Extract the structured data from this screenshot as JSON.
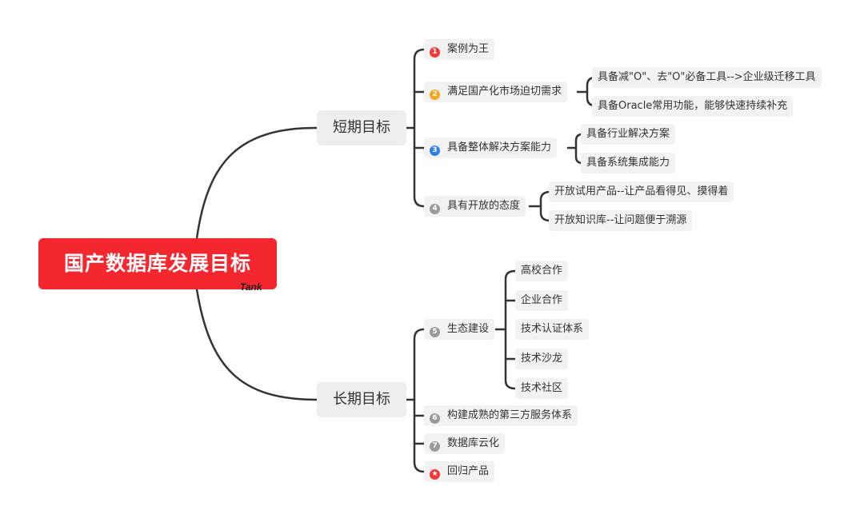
{
  "root": {
    "title": "国产数据库发展目标",
    "signature": "Tank"
  },
  "colors": {
    "root_bg": "#f4262e",
    "line": "#333333",
    "badge_red": "#ef3b3b",
    "badge_orange": "#f5a623",
    "badge_blue": "#2f7fe6",
    "badge_gray": "#9a9a9a"
  },
  "short": {
    "label": "短期目标",
    "items": [
      {
        "badge": "1",
        "label": "案例为王"
      },
      {
        "badge": "2",
        "label": "满足国产化市场迫切需求",
        "children": [
          "具备减\"O\"、去\"O\"必备工具-->企业级迁移工具",
          "具备Oracle常用功能，能够快速持续补充"
        ]
      },
      {
        "badge": "3",
        "label": "具备整体解决方案能力",
        "children": [
          "具备行业解决方案",
          "具备系统集成能力"
        ]
      },
      {
        "badge": "4",
        "label": "具有开放的态度",
        "children": [
          "开放试用产品--让产品看得见、摸得着",
          "开放知识库--让问题便于溯源"
        ]
      }
    ]
  },
  "long": {
    "label": "长期目标",
    "items": [
      {
        "badge": "5",
        "label": "生态建设",
        "children": [
          "高校合作",
          "企业合作",
          "技术认证体系",
          "技术沙龙",
          "技术社区"
        ]
      },
      {
        "badge": "6",
        "label": "构建成熟的第三方服务体系"
      },
      {
        "badge": "7",
        "label": "数据库云化"
      },
      {
        "badge": "★",
        "label": "回归产品"
      }
    ]
  }
}
